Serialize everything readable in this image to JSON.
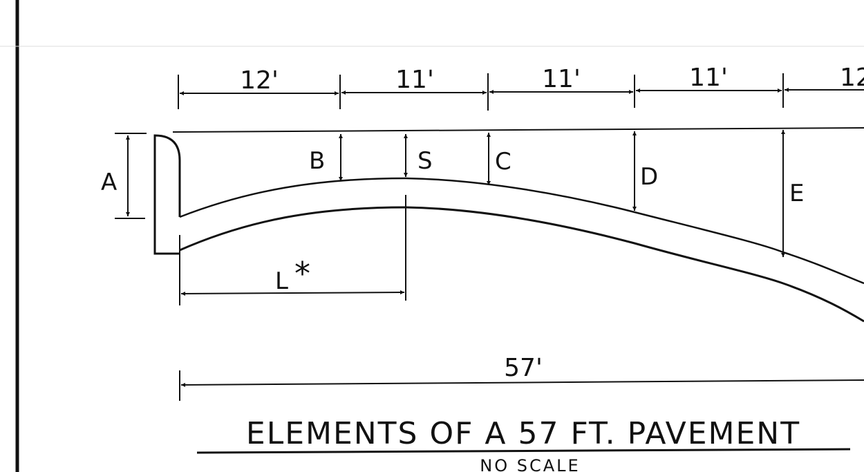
{
  "diagram": {
    "title": "ELEMENTS OF A 57 FT. PAVEMENT",
    "subtitle": "NO SCALE",
    "spans": [
      "12'",
      "11'",
      "11'",
      "11'",
      "12"
    ],
    "overall_dimension": "57'",
    "depth_labels": {
      "a": "A",
      "b": "B",
      "s": "S",
      "c": "C",
      "d": "D",
      "e": "E"
    },
    "length_label": "L",
    "length_note_mark": "*"
  },
  "colors": {
    "ink": "#111111",
    "paper": "#ffffff"
  }
}
